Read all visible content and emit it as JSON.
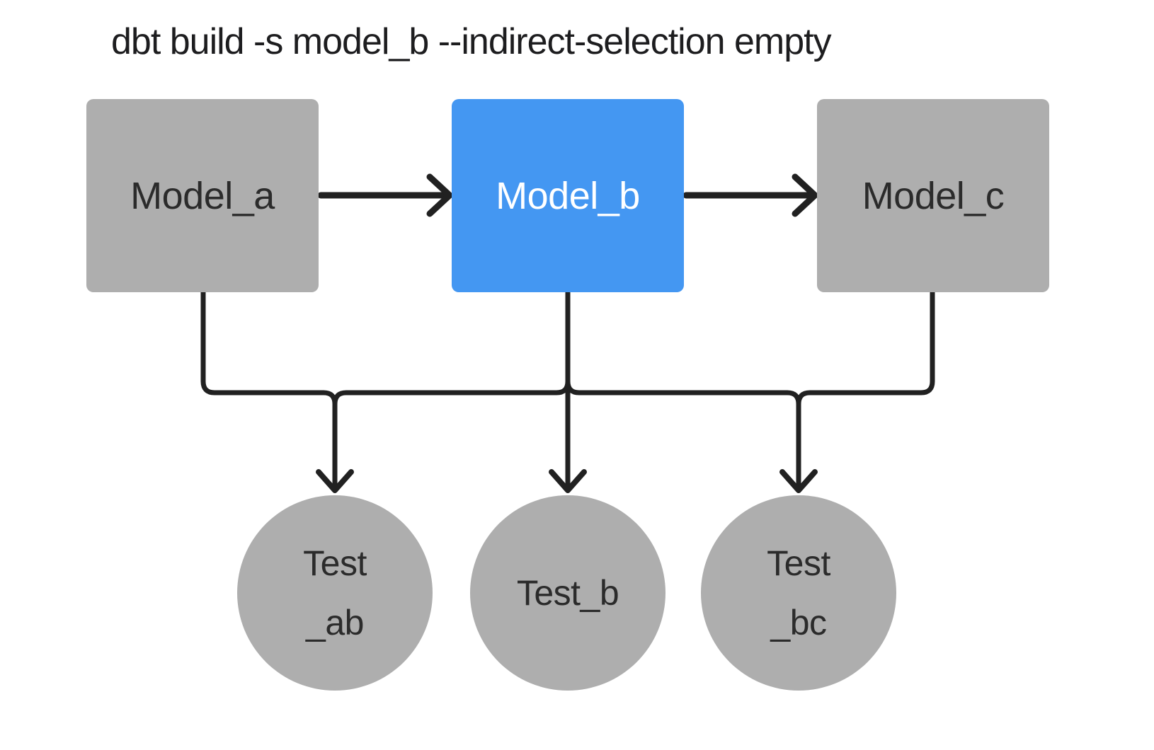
{
  "title": "dbt build -s model_b --indirect-selection empty",
  "colors": {
    "background": "#ffffff",
    "node_gray": "#aeaeae",
    "node_selected_blue": "#4497f2",
    "edge_black": "#212121",
    "text_dark": "#2b2b2b",
    "text_on_selected": "#ffffff"
  },
  "diagram": {
    "type": "dag",
    "models": [
      {
        "id": "model_a",
        "label": "Model_a",
        "selected": false
      },
      {
        "id": "model_b",
        "label": "Model_b",
        "selected": true
      },
      {
        "id": "model_c",
        "label": "Model_c",
        "selected": false
      }
    ],
    "tests": [
      {
        "id": "test_ab",
        "label_lines": [
          "Test",
          "_ab"
        ],
        "depends_on": [
          "model_a",
          "model_b"
        ]
      },
      {
        "id": "test_b",
        "label_lines": [
          "Test_b"
        ],
        "depends_on": [
          "model_b"
        ]
      },
      {
        "id": "test_bc",
        "label_lines": [
          "Test",
          "_bc"
        ],
        "depends_on": [
          "model_b",
          "model_c"
        ]
      }
    ],
    "model_edges": [
      {
        "from": "model_a",
        "to": "model_b"
      },
      {
        "from": "model_b",
        "to": "model_c"
      }
    ]
  }
}
